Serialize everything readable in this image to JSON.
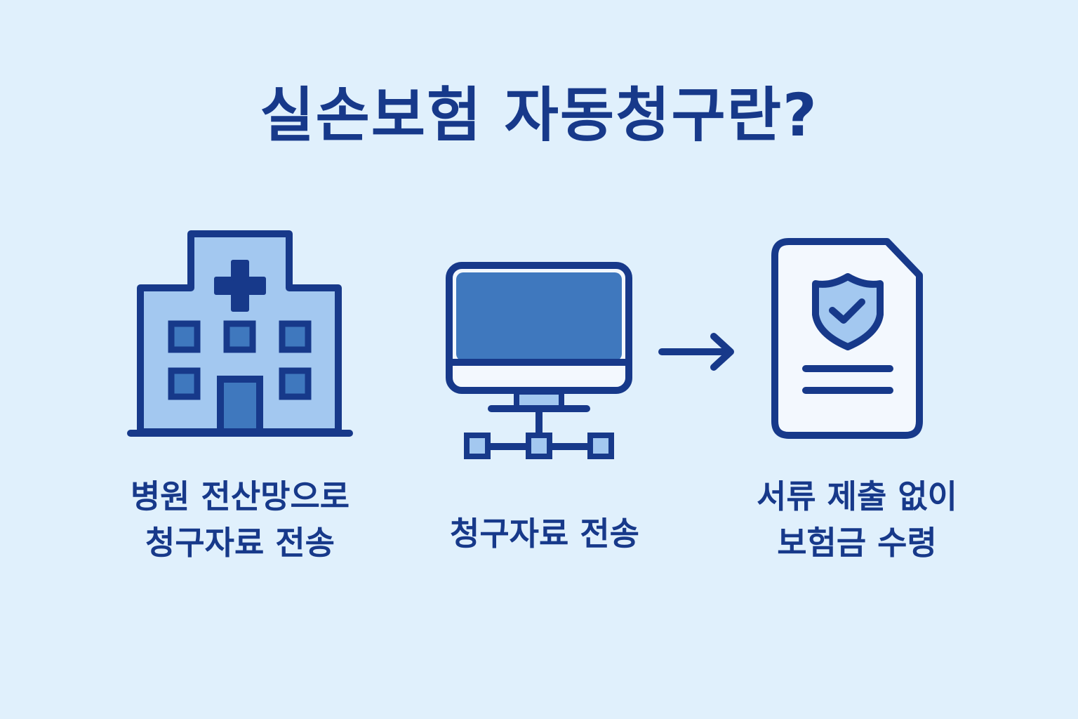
{
  "title": "실손보험 자동청구란?",
  "steps": [
    {
      "icon": "hospital-icon",
      "caption_lines": [
        "병원 전산망으로",
        "청구자료 전송"
      ]
    },
    {
      "icon": "network-computer-icon",
      "caption_lines": [
        "청구자료 전송"
      ]
    },
    {
      "icon": "insurance-document-icon",
      "caption_lines": [
        "서류 제출 없이",
        "보험금 수령"
      ]
    }
  ],
  "connector": "arrow-right-icon",
  "colors": {
    "background": "#e0f0fc",
    "primary": "#17398a",
    "light_fill": "#a3c8f0",
    "mid_fill": "#3f78be",
    "paper": "#f3f8fe"
  }
}
